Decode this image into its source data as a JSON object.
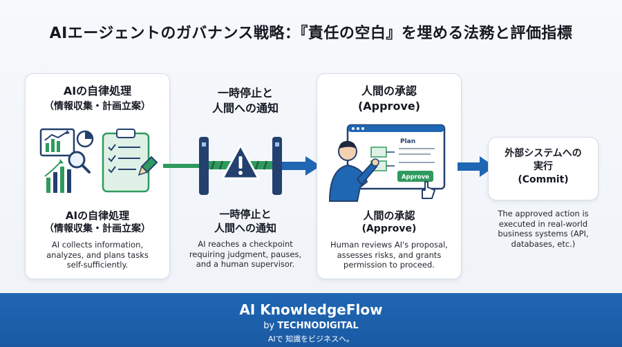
{
  "title": "AIエージェントのガバナンス戦略：『責任の空白』を埋める法務と評価指標",
  "step1": {
    "head_line1": "AIの自律処理",
    "head_line2": "（情報収集・計画立案）",
    "sub_line1": "AIの自律処理",
    "sub_line2": "（情報収集・計画立案）",
    "desc": [
      "AI collects information,",
      "analyzes, and plans tasks",
      "self-sufficiently."
    ]
  },
  "step2": {
    "head_line1": "一時停止と",
    "head_line2": "人間への通知",
    "sub_line1": "一時停止と",
    "sub_line2": "人間への通知",
    "desc": [
      "AI reaches a checkpoint",
      "requiring judgment, pauses,",
      "and a human supervisor."
    ]
  },
  "step3": {
    "head_line1": "人間の承認",
    "head_line2": "(Approve)",
    "screen_plan_label": "Plan",
    "screen_button_label": "Approve",
    "sub_line1": "人間の承認",
    "sub_line2": "(Approve)",
    "desc": [
      "Human reviews AI's proposal,",
      "assesses risks, and grants",
      "permission to proceed."
    ]
  },
  "step4": {
    "head_line1": "外部システムへの",
    "head_line2": "実行",
    "head_line3": "(Commit)",
    "desc": [
      "The approved action is",
      "executed in real-world",
      "business systems (API,",
      "databases, etc.)"
    ]
  },
  "footer": {
    "brand": "AI KnowledgeFlow",
    "by_prefix": "by",
    "by_company": "TECHNODIGITAL",
    "tagline": "AIで 知識をビジネスへ。"
  },
  "colors": {
    "accent_blue": "#1f66b3",
    "accent_green": "#2f9a5e",
    "navy": "#23406e"
  }
}
